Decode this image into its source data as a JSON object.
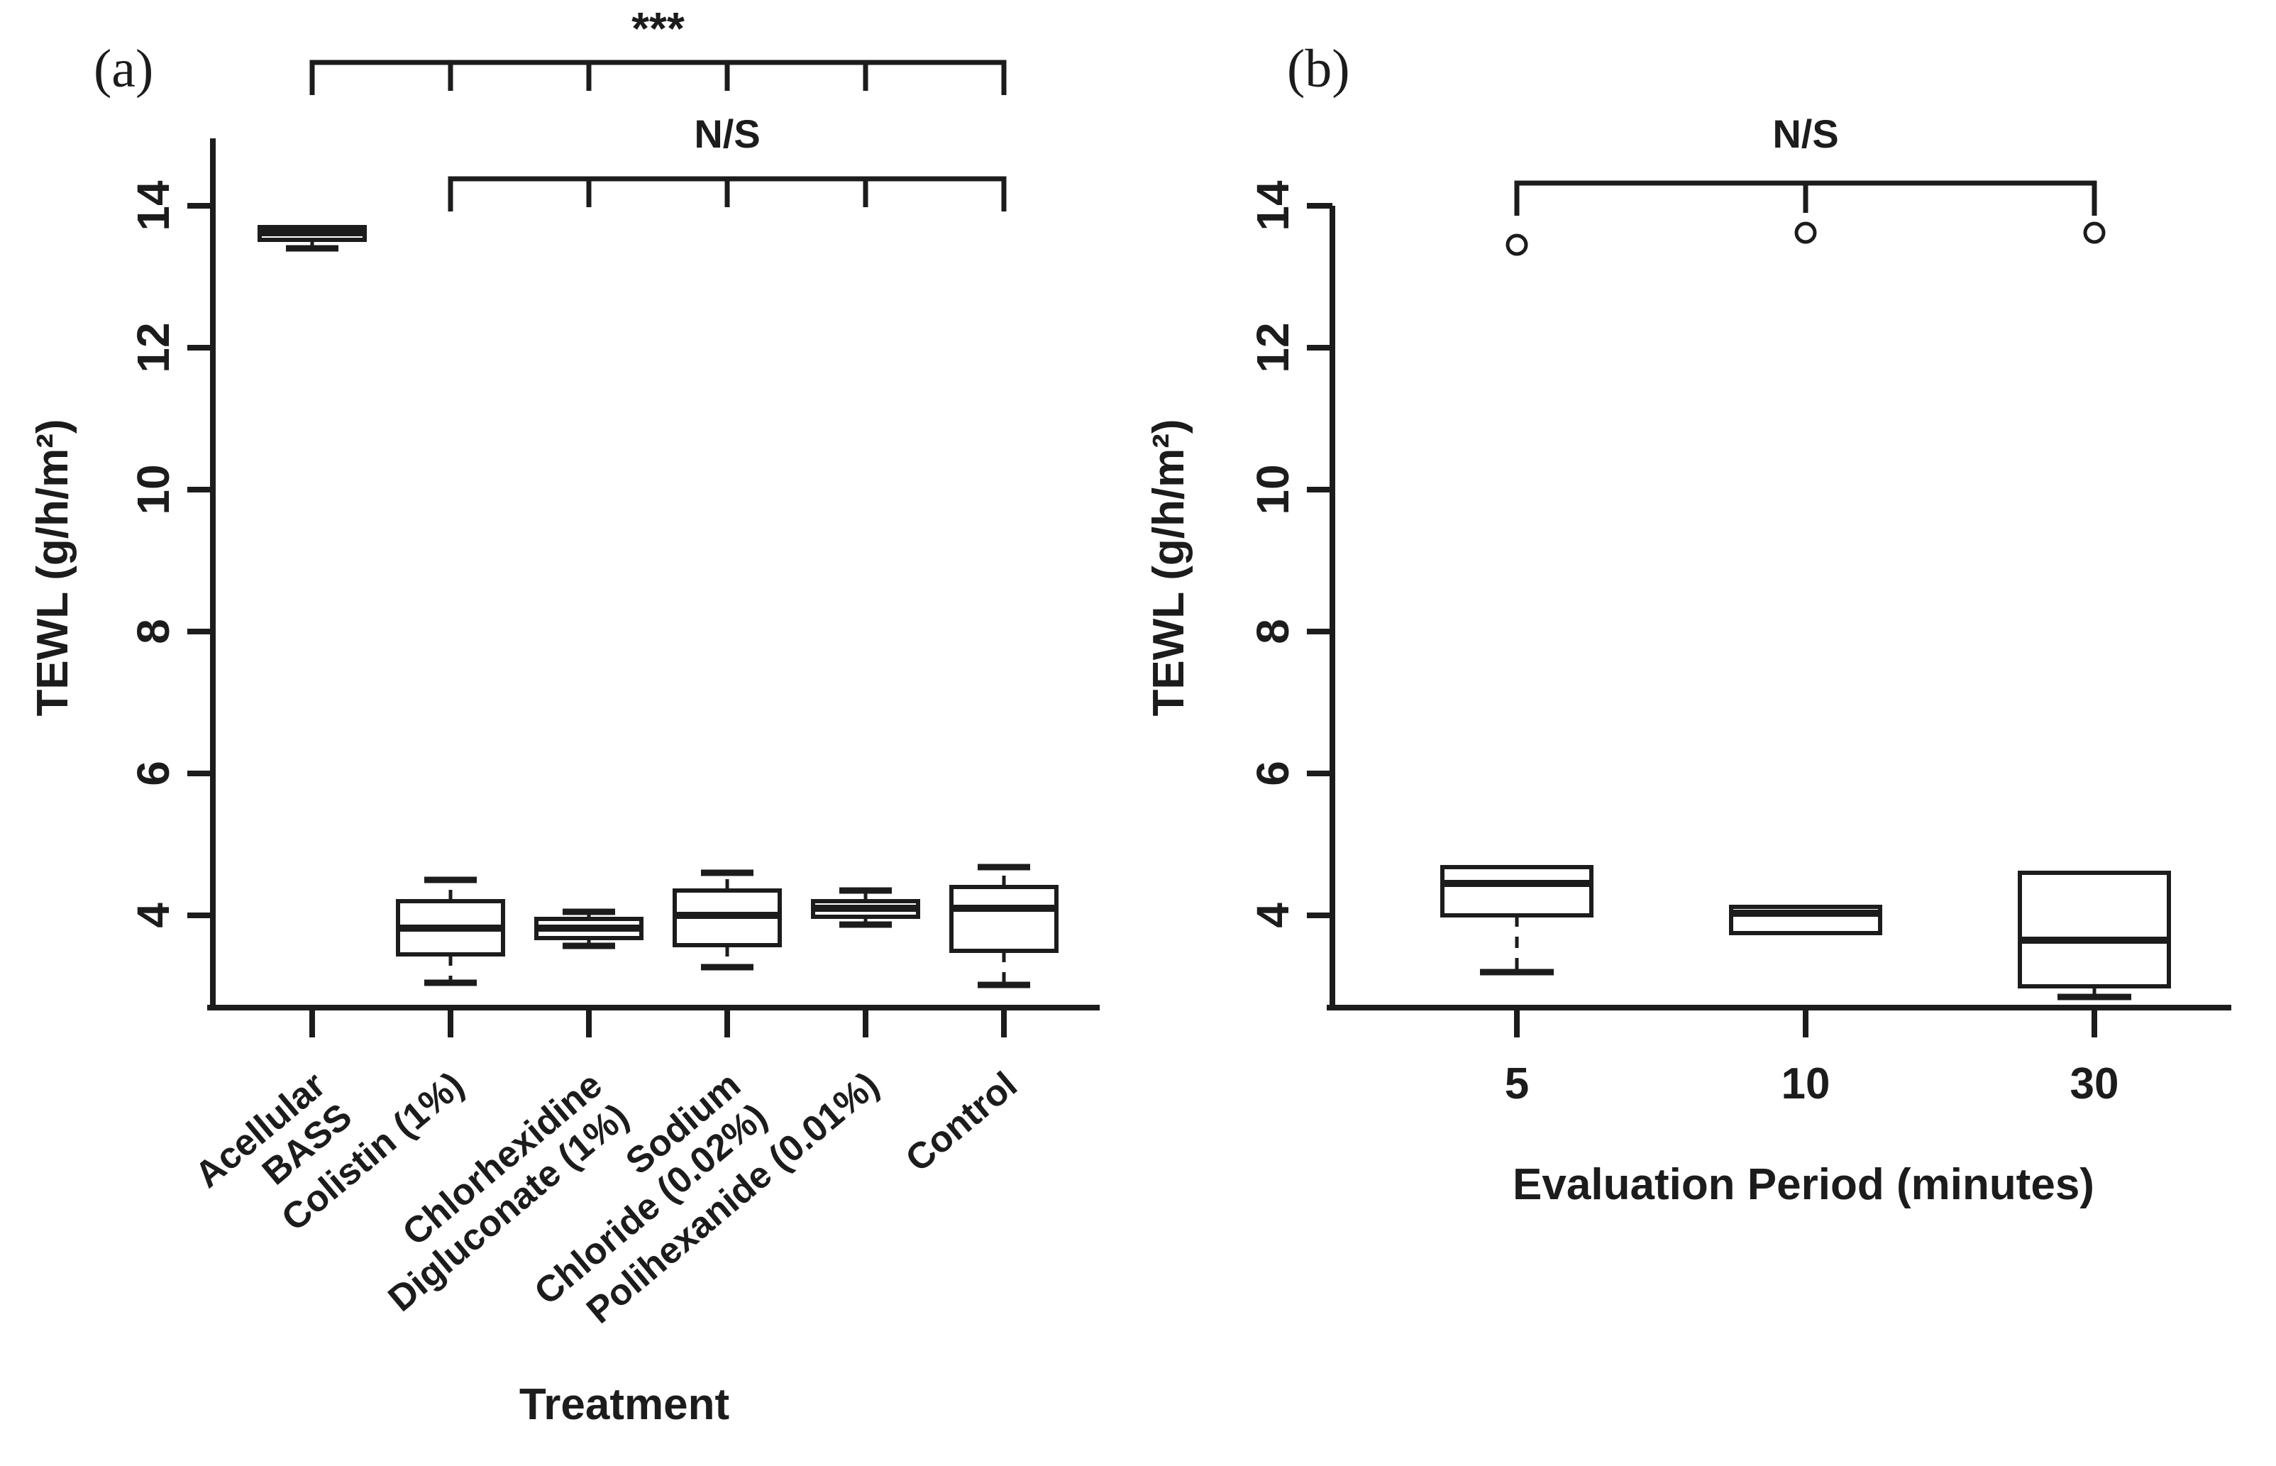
{
  "figure": {
    "description": "Two-panel box-and-whisker figure of transepidermal water loss (TEWL)",
    "colors": {
      "line": "#1c1c1c",
      "background": "#ffffff",
      "box_fill": "#ffffff"
    }
  },
  "chart_data": [
    {
      "type": "box",
      "panel_label": "(a)",
      "title": "",
      "xlabel": "Treatment",
      "ylabel": "TEWL (g/h/m²)",
      "y_ticks": [
        4,
        6,
        8,
        10,
        12,
        14
      ],
      "ylim": [
        2.7,
        14.4
      ],
      "grid": false,
      "legend": "none",
      "categories": [
        [
          "Acellular",
          "BASS"
        ],
        [
          "Colistin (1%)"
        ],
        [
          "Chlorhexidine",
          "Digluconate (1%)"
        ],
        [
          "Sodium",
          "Chloride (0.02%)"
        ],
        [
          "Polihexanide (0.01%)"
        ],
        [
          "Control"
        ]
      ],
      "boxes": [
        {
          "label": "Acellular BASS",
          "whisker_low": 13.4,
          "q1": 13.52,
          "median": 13.62,
          "q3": 13.7,
          "whisker_high": null,
          "outliers": []
        },
        {
          "label": "Colistin (1%)",
          "whisker_low": 3.05,
          "q1": 3.45,
          "median": 3.82,
          "q3": 4.2,
          "whisker_high": 4.5,
          "outliers": []
        },
        {
          "label": "Chlorhexidine Digluconate (1%)",
          "whisker_low": 3.57,
          "q1": 3.68,
          "median": 3.82,
          "q3": 3.95,
          "whisker_high": 4.05,
          "outliers": []
        },
        {
          "label": "Sodium Chloride (0.02%)",
          "whisker_low": 3.27,
          "q1": 3.58,
          "median": 4.0,
          "q3": 4.35,
          "whisker_high": 4.6,
          "outliers": []
        },
        {
          "label": "Polihexanide (0.01%)",
          "whisker_low": 3.87,
          "q1": 3.98,
          "median": 4.1,
          "q3": 4.2,
          "whisker_high": 4.35,
          "outliers": []
        },
        {
          "label": "Control",
          "whisker_low": 3.02,
          "q1": 3.5,
          "median": 4.1,
          "q3": 4.4,
          "whisker_high": 4.68,
          "outliers": []
        }
      ],
      "significance_brackets": [
        {
          "label": "***",
          "groups": [
            0,
            5
          ]
        },
        {
          "label": "N/S",
          "groups": [
            1,
            5
          ]
        }
      ]
    },
    {
      "type": "box",
      "panel_label": "(b)",
      "title": "",
      "xlabel": "Evaluation Period (minutes)",
      "ylabel": "TEWL (g/h/m²)",
      "y_ticks": [
        4,
        6,
        8,
        10,
        12,
        14
      ],
      "ylim": [
        2.7,
        14.4
      ],
      "grid": false,
      "legend": "none",
      "categories": [
        [
          "5"
        ],
        [
          "10"
        ],
        [
          "30"
        ]
      ],
      "boxes": [
        {
          "label": "5",
          "whisker_low": 3.2,
          "q1": 4.0,
          "median": 4.45,
          "q3": 4.68,
          "whisker_high": null,
          "outliers": [
            13.45
          ]
        },
        {
          "label": "10",
          "whisker_low": null,
          "q1": 3.75,
          "median": 4.03,
          "q3": 4.12,
          "whisker_high": null,
          "outliers": [
            13.62
          ]
        },
        {
          "label": "30",
          "whisker_low": 2.85,
          "q1": 3.0,
          "median": 3.65,
          "q3": 4.6,
          "whisker_high": null,
          "outliers": [
            13.62
          ]
        }
      ],
      "significance_brackets": [
        {
          "label": "N/S",
          "groups": [
            0,
            2
          ]
        }
      ]
    }
  ]
}
